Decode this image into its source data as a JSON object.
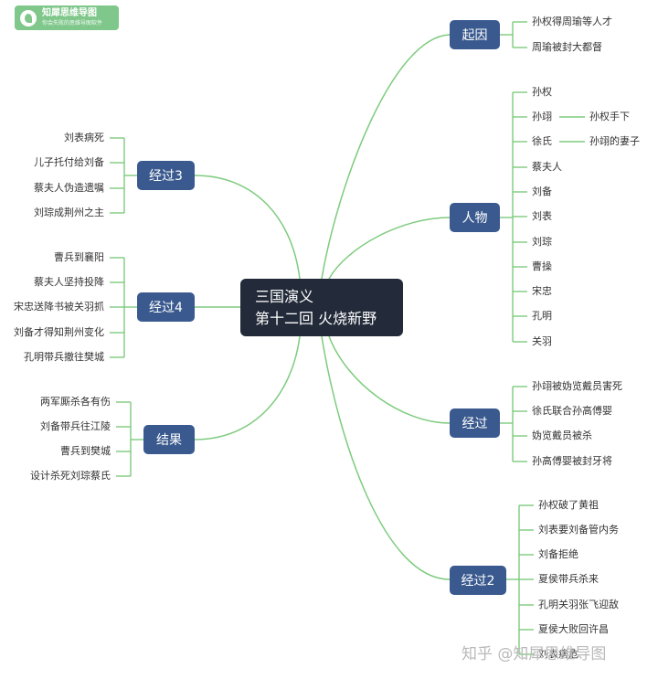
{
  "logo": {
    "name": "知犀思维导图",
    "tagline": "你会失败的思维导图软件"
  },
  "watermark": "知乎 @知犀思维导图",
  "center": {
    "line1": "三国演义",
    "line2": "第十二回 火烧新野"
  },
  "branches": [
    {
      "id": "qiyin",
      "label": "起因",
      "items": [
        "孙权得周瑜等人才",
        "周瑜被封大都督"
      ]
    },
    {
      "id": "renwu",
      "label": "人物",
      "items": [
        "孙权",
        "孙翊",
        "徐氏",
        "蔡夫人",
        "刘备",
        "刘表",
        "刘琮",
        "曹操",
        "宋忠",
        "孔明",
        "关羽"
      ],
      "sub": {
        "孙翊": "孙权手下",
        "徐氏": "孙翊的妻子"
      }
    },
    {
      "id": "jingguo",
      "label": "经过",
      "items": [
        "孙翊被妫览戴员害死",
        "徐氏联合孙高傅婴",
        "妫览戴员被杀",
        "孙高傅婴被封牙将"
      ]
    },
    {
      "id": "jingguo2",
      "label": "经过2",
      "items": [
        "孙权破了黄祖",
        "刘表要刘备管内务",
        "刘备拒绝",
        "夏侯带兵杀来",
        "孔明关羽张飞迎敌",
        "夏侯大败回许昌",
        "刘表病危"
      ]
    },
    {
      "id": "jingguo3",
      "label": "经过3",
      "items": [
        "刘表病死",
        "儿子托付给刘备",
        "蔡夫人伪造遗嘱",
        "刘琮成荆州之主"
      ]
    },
    {
      "id": "jingguo4",
      "label": "经过4",
      "items": [
        "曹兵到襄阳",
        "蔡夫人坚持投降",
        "宋忠送降书被关羽抓",
        "刘备才得知荆州变化",
        "孔明带兵撤往樊城"
      ]
    },
    {
      "id": "jieguo",
      "label": "结果",
      "items": [
        "两军厮杀各有伤",
        "刘备带兵往江陵",
        "曹兵到樊城",
        "设计杀死刘琮蔡氏"
      ]
    }
  ],
  "colors": {
    "branch_line": "#7ecb7e",
    "node_fill": "#3a5a8f",
    "center_fill": "#232b3a",
    "logo_fill": "#7fc78a"
  }
}
